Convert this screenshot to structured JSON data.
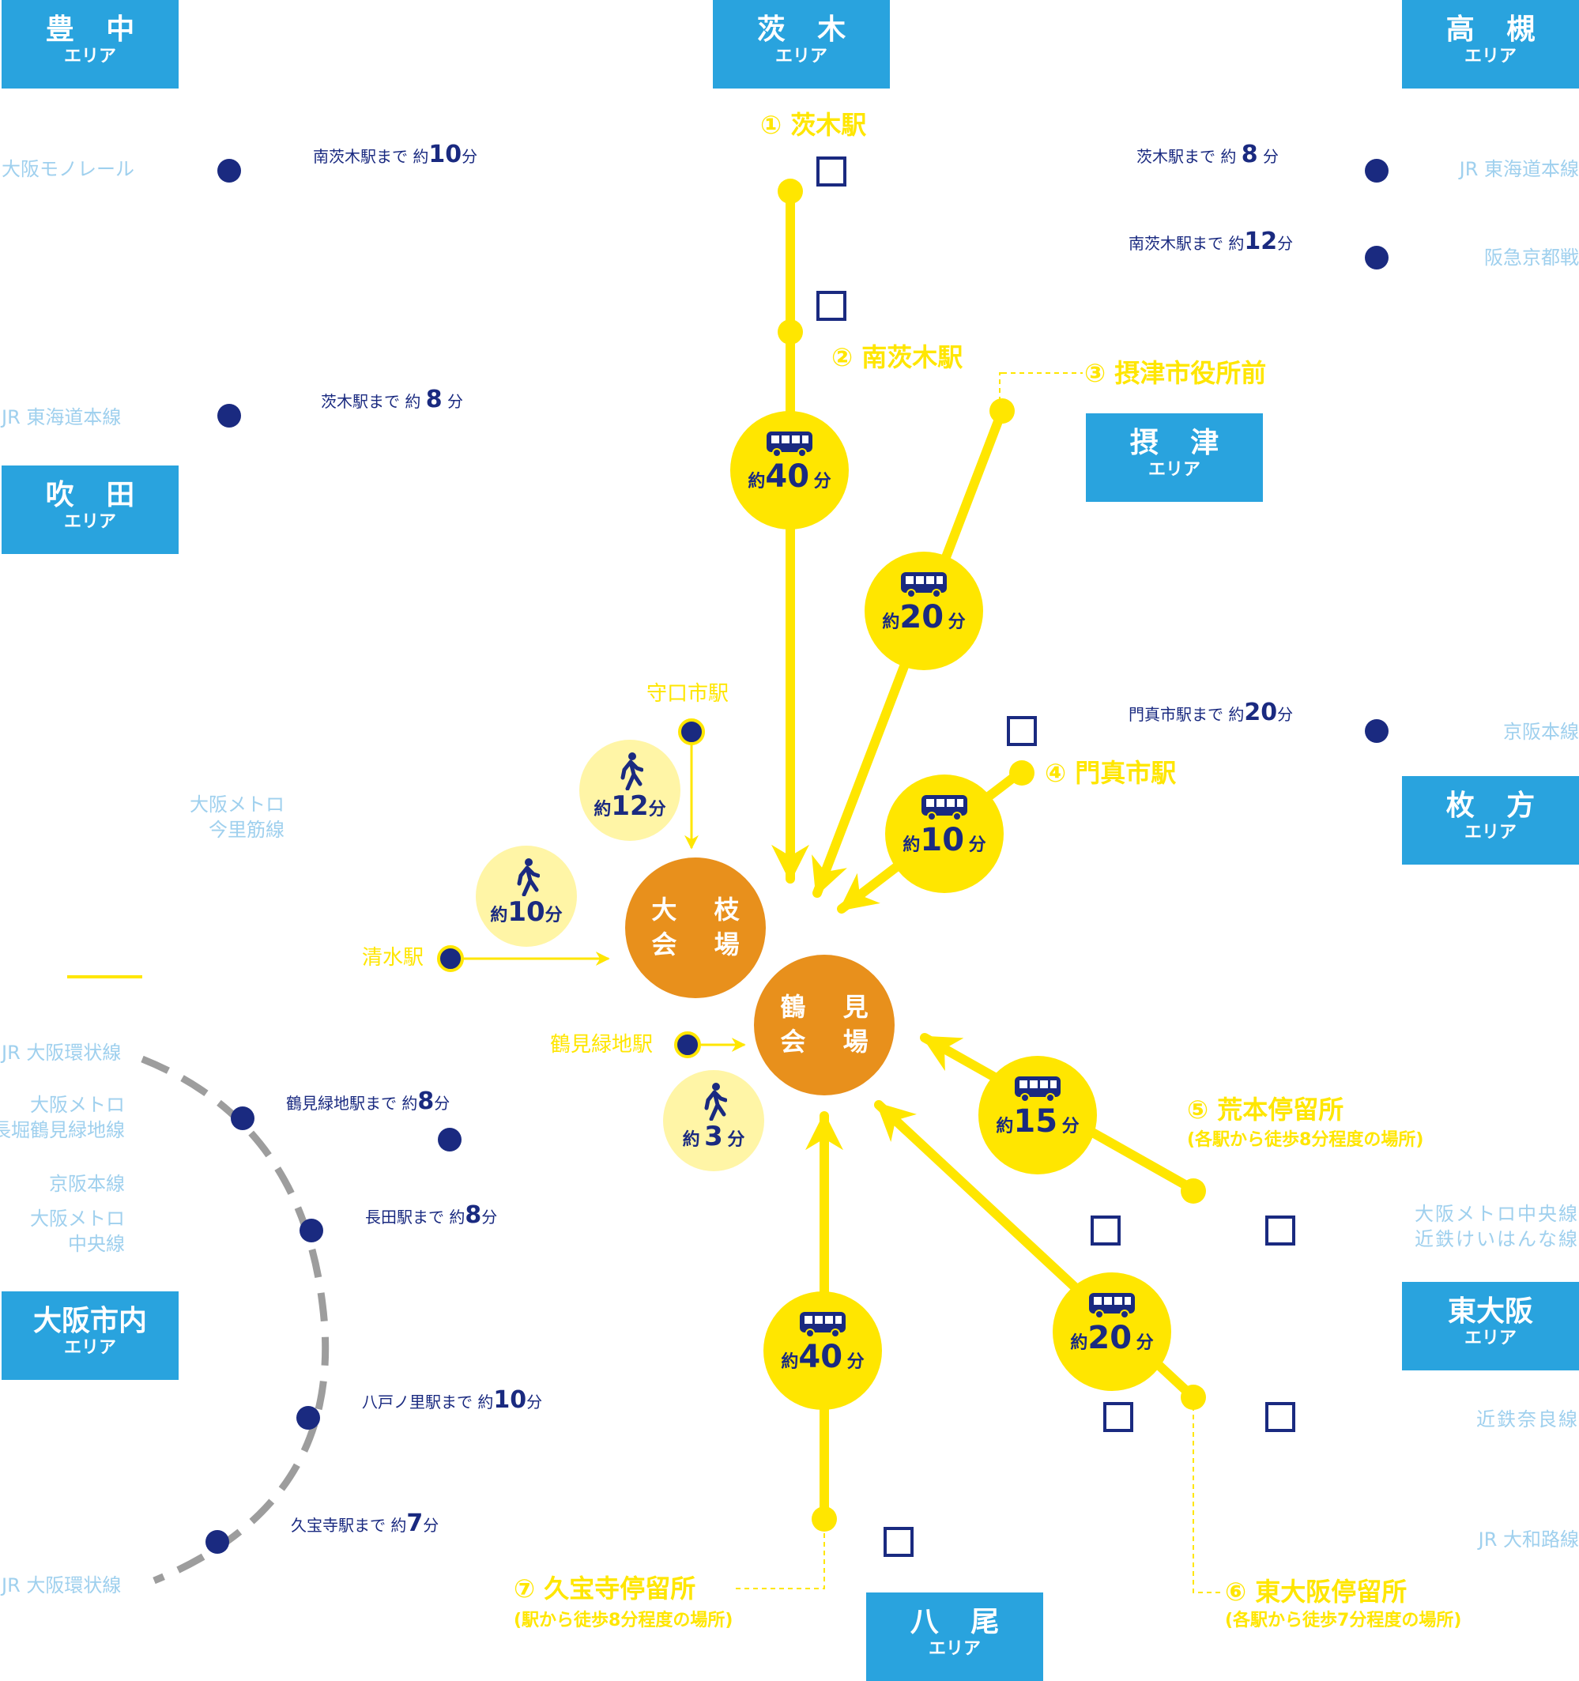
{
  "areas": {
    "toyonaka": {
      "name": "豊 中",
      "sub": "エリア"
    },
    "ibaraki": {
      "name": "茨 木",
      "sub": "エリア"
    },
    "takatsuki": {
      "name": "高 槻",
      "sub": "エリア"
    },
    "suita": {
      "name": "吹 田",
      "sub": "エリア"
    },
    "settsu": {
      "name": "摂 津",
      "sub": "エリア"
    },
    "hirakata": {
      "name": "枚 方",
      "sub": "エリア"
    },
    "osaka": {
      "name": "大阪市内",
      "sub": "エリア"
    },
    "higashiosaka": {
      "name": "東大阪",
      "sub": "エリア"
    },
    "yao": {
      "name": "八 尾",
      "sub": "エリア"
    }
  },
  "lines": {
    "monorail": "大阪モノレール",
    "jr_tokaido_left": "JR 東海道本線",
    "jr_tokaido_right": "JR 東海道本線",
    "hankyu": "阪急京都戦",
    "keihan_right": "京阪本線",
    "imazato_1": "大阪メトロ",
    "imazato_2": "今里筋線",
    "loop_top": "JR 大阪環状線",
    "nagahori_1": "大阪メトロ",
    "nagahori_2": "長堀鶴見緑地線",
    "keihan_left": "京阪本線",
    "chuo_1": "大阪メトロ",
    "chuo_2": "中央線",
    "loop_bottom": "JR 大阪環状線",
    "chuo_right_1": "大阪メトロ中央線",
    "chuo_right_2": "近鉄けいはんな線",
    "kintetsu_nara": "近鉄奈良線",
    "jr_yamatoji": "JR 大和路線"
  },
  "times": {
    "minamiibaraki_left": {
      "pre": "南茨木駅まで 約",
      "num": "10",
      "suf": "分"
    },
    "ibaraki_left": {
      "pre": "茨木駅まで 約",
      "num": "8",
      "suf": "分"
    },
    "ibaraki_right": {
      "pre": "茨木駅まで 約",
      "num": "8",
      "suf": "分"
    },
    "minamiibaraki_right": {
      "pre": "南茨木駅まで 約",
      "num": "12",
      "suf": "分"
    },
    "kadoma": {
      "pre": "門真市駅まで 約",
      "num": "20",
      "suf": "分"
    },
    "tsurumi": {
      "pre": "鶴見緑地駅まで 約",
      "num": "8",
      "suf": "分"
    },
    "nagata": {
      "pre": "長田駅まで 約",
      "num": "8",
      "suf": "分"
    },
    "yaenosato": {
      "pre": "八戸ノ里駅まで 約",
      "num": "10",
      "suf": "分"
    },
    "kyuhoji": {
      "pre": "久宝寺駅まで 約",
      "num": "7",
      "suf": "分"
    }
  },
  "stops": {
    "s1": "① 茨木駅",
    "s2": "② 南茨木駅",
    "s3": "③ 摂津市役所前",
    "s4": "④ 門真市駅",
    "s5": "⑤ 荒本停留所",
    "s5_sub": "(各駅から徒歩8分程度の場所)",
    "s6": "⑥ 東大阪停留所",
    "s6_sub": "(各駅から徒歩7分程度の場所)",
    "s7": "⑦ 久宝寺停留所",
    "s7_sub": "(駅から徒歩8分程度の場所)"
  },
  "stations": {
    "moriguchi": "守口市駅",
    "shimizu": "清水駅",
    "tsurumi_ryokuchi": "鶴見緑地駅"
  },
  "bus_times": {
    "b1": {
      "pre": "約",
      "num": "40",
      "suf": "分"
    },
    "b2": {
      "pre": "約",
      "num": "20",
      "suf": "分"
    },
    "b3": {
      "pre": "約",
      "num": "10",
      "suf": "分"
    },
    "b4": {
      "pre": "約",
      "num": "15",
      "suf": "分"
    },
    "b5": {
      "pre": "約",
      "num": "20",
      "suf": "分"
    },
    "b6": {
      "pre": "約",
      "num": "40",
      "suf": "分"
    }
  },
  "walk_times": {
    "w1": {
      "pre": "約",
      "num": "12",
      "suf": "分"
    },
    "w2": {
      "pre": "約",
      "num": "10",
      "suf": "分"
    },
    "w3": {
      "pre": "約",
      "num": "3",
      "suf": "分"
    }
  },
  "venues": {
    "oeda": {
      "l1": "大 枝",
      "l2": "会 場"
    },
    "tsurumi": {
      "l1": "鶴 見",
      "l2": "会 場"
    }
  },
  "colors": {
    "area_blue": "#29a3de",
    "route_yellow": "#ffe600",
    "walk_yellow": "#fff5a6",
    "venue_orange": "#e8901c",
    "station_navy": "#1a2a80",
    "line_text_blue": "#9fd0ee",
    "loop_gray": "#9d9d9d"
  }
}
